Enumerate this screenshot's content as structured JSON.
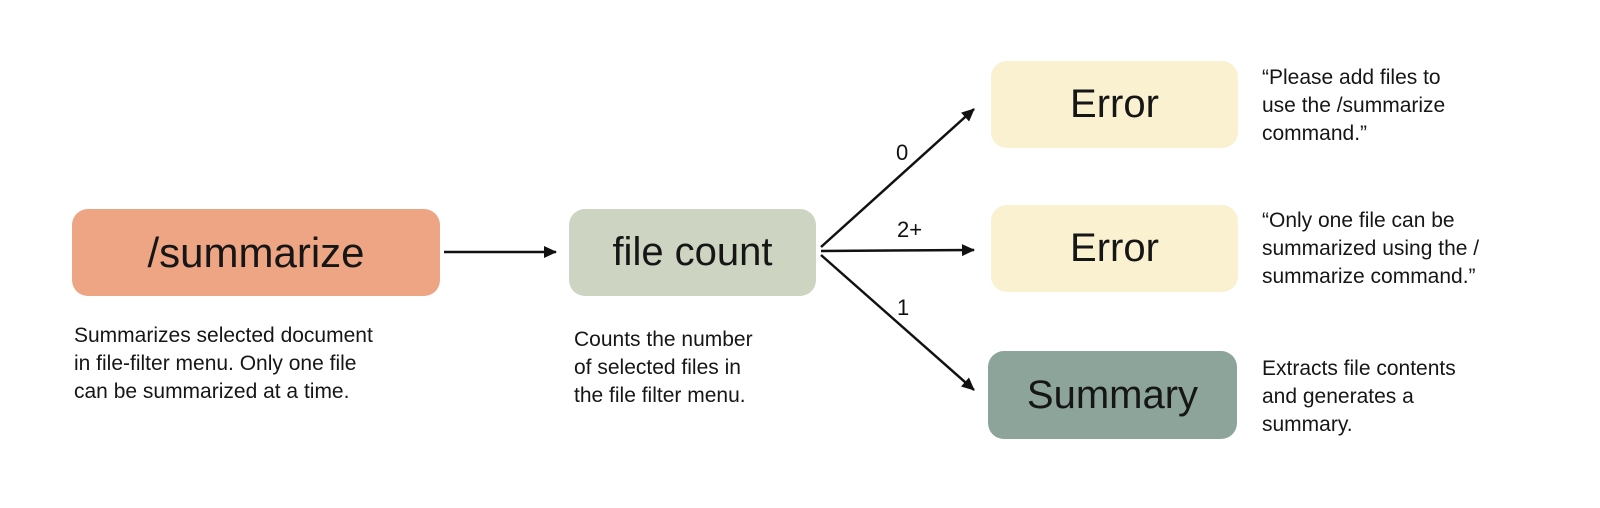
{
  "diagram": {
    "background": "#ffffff",
    "arrow_color": "#111111",
    "nodes": {
      "summarize": {
        "label": "/summarize",
        "color": "#eda583"
      },
      "file_count": {
        "label": "file count",
        "color": "#cdd4c1"
      },
      "error_zero": {
        "label": "Error",
        "color": "#faf1d0"
      },
      "error_multi": {
        "label": "Error",
        "color": "#faf1d0"
      },
      "summary": {
        "label": "Summary",
        "color": "#8ca49a"
      }
    },
    "edge_labels": {
      "zero": "0",
      "multi": "2+",
      "one": "1"
    },
    "captions": {
      "summarize": [
        "Summarizes selected document",
        "in file-filter menu. Only one file",
        "can be summarized at a time."
      ],
      "file_count": [
        "Counts the number",
        "of selected files in",
        "the file filter menu."
      ]
    },
    "annotations": {
      "error_zero": [
        "“Please add files to",
        "use the /summarize",
        "command.”"
      ],
      "error_multi": [
        "“Only one file can be",
        "summarized using the /",
        "summarize command.”"
      ],
      "summary": [
        "Extracts file contents",
        "and generates a",
        "summary."
      ]
    }
  }
}
